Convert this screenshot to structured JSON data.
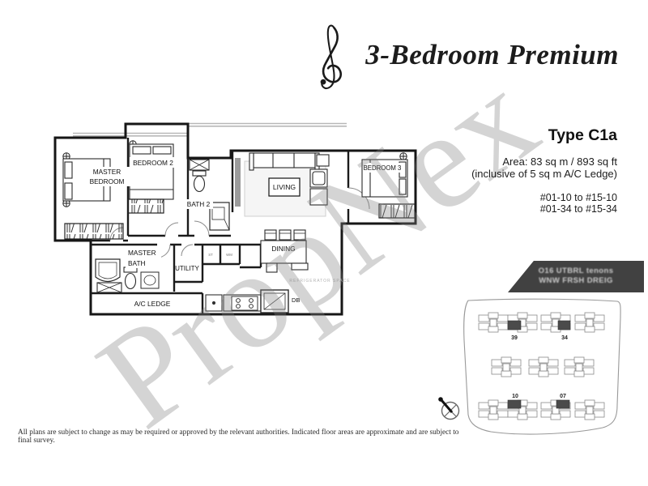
{
  "header": {
    "title": "3-Bedroom Premium"
  },
  "info": {
    "type": "Type C1a",
    "area_line1": "Area: 83 sq m / 893 sq ft",
    "area_line2": "(inclusive of 5 sq m A/C Ledge)",
    "stack_line1": "#01-10 to #15-10",
    "stack_line2": "#01-34 to #15-34"
  },
  "floorplan": {
    "labels": {
      "master_bedroom_line1": "MASTER",
      "master_bedroom_line2": "BEDROOM",
      "bedroom2": "BEDROOM 2",
      "bath2": "BATH 2",
      "living": "LIVING",
      "bedroom3": "BEDROOM 3",
      "master_bath_line1": "MASTER",
      "master_bath_line2": "BATH",
      "utility": "UTILITY",
      "dining": "DINING",
      "ac_ledge": "A/C LEDGE",
      "db": "DB",
      "store": "ST",
      "wm_closet": "WM",
      "kitchen_note": "REFRIGERATOR SPACE"
    }
  },
  "banner": {
    "line1": "O16 UTBRL tenons",
    "line2": "WNW FRSH DREIG",
    "bg": "#414141"
  },
  "siteplan": {
    "units": [
      "39",
      "34",
      "10",
      "07"
    ],
    "highlight_color": "#4b4b4b"
  },
  "watermark": {
    "text": "PropNex"
  },
  "footer": {
    "disclaimer": "All plans are subject to change as may be required or approved by the relevant authorities. Indicated floor areas are approximate and are subject to final survey."
  }
}
